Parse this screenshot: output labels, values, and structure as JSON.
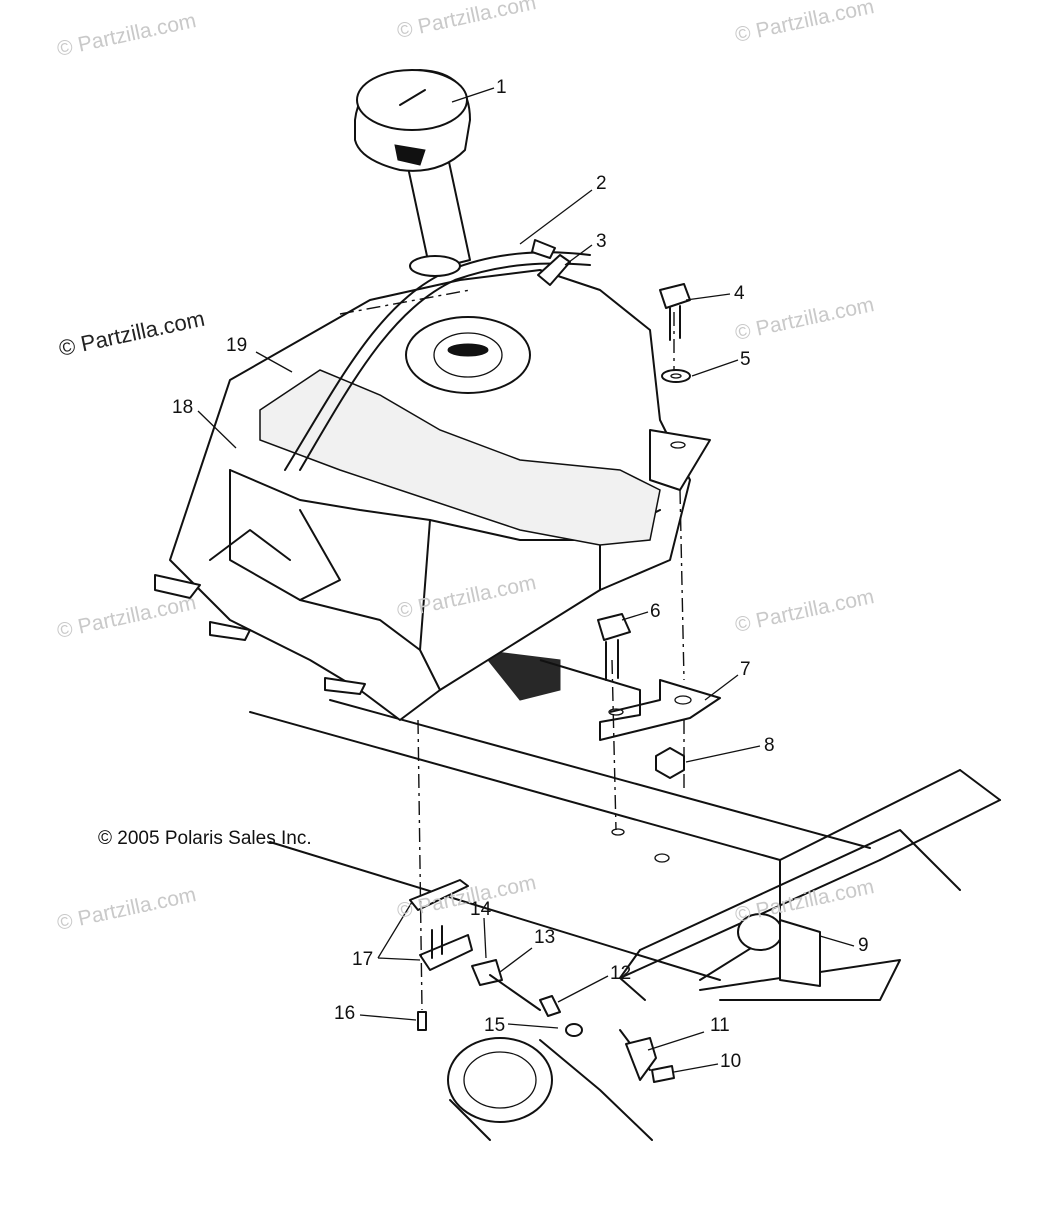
{
  "watermarks": [
    "© Partzilla.com",
    "© Partzilla.com",
    "© Partzilla.com",
    "© Partzilla.com",
    "© Partzilla.com",
    "© Partzilla.com",
    "© Partzilla.com",
    "© Partzilla.com",
    "© Partzilla.com",
    "© Partzilla.com",
    "© Partzilla.com"
  ],
  "copyright": "© 2005 Polaris Sales Inc.",
  "callouts": [
    "1",
    "2",
    "3",
    "4",
    "5",
    "6",
    "7",
    "8",
    "9",
    "10",
    "11",
    "12",
    "13",
    "14",
    "15",
    "16",
    "17",
    "18",
    "19"
  ]
}
